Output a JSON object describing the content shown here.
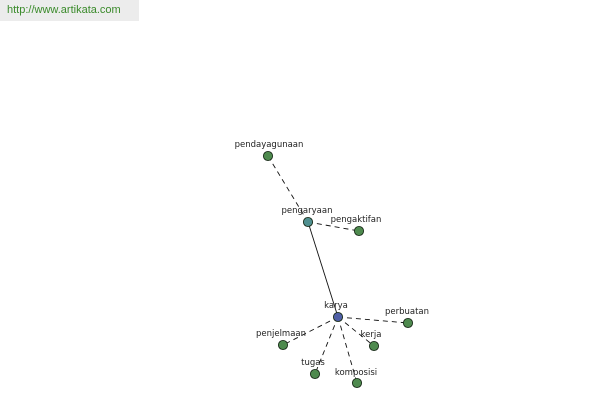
{
  "source": {
    "url_text": "http://www.artikata.com"
  },
  "graph": {
    "colors": {
      "center_node": "#4f5fa6",
      "hub_node": "#4f8f8f",
      "leaf_node": "#4e8a4e",
      "node_stroke": "#1c2e1c",
      "edge": "#111111"
    },
    "nodes": [
      {
        "id": "karya",
        "label": "karya",
        "kind": "center"
      },
      {
        "id": "pengaryaan",
        "label": "pengaryaan",
        "kind": "hub"
      },
      {
        "id": "pendayagunaan",
        "label": "pendayagunaan",
        "kind": "leaf"
      },
      {
        "id": "pengaktifan",
        "label": "pengaktifan",
        "kind": "leaf"
      },
      {
        "id": "perbuatan",
        "label": "perbuatan",
        "kind": "leaf"
      },
      {
        "id": "penjelmaan",
        "label": "penjelmaan",
        "kind": "leaf"
      },
      {
        "id": "kerja",
        "label": "kerja",
        "kind": "leaf"
      },
      {
        "id": "tugas",
        "label": "tugas",
        "kind": "leaf"
      },
      {
        "id": "komposisi",
        "label": "komposisi",
        "kind": "leaf"
      }
    ],
    "edges": [
      {
        "from": "karya",
        "to": "pengaryaan",
        "style": "solid"
      },
      {
        "from": "pengaryaan",
        "to": "pendayagunaan",
        "style": "dashed"
      },
      {
        "from": "pengaryaan",
        "to": "pengaktifan",
        "style": "dashed"
      },
      {
        "from": "karya",
        "to": "perbuatan",
        "style": "dashed"
      },
      {
        "from": "karya",
        "to": "penjelmaan",
        "style": "dashed"
      },
      {
        "from": "karya",
        "to": "kerja",
        "style": "dashed"
      },
      {
        "from": "karya",
        "to": "tugas",
        "style": "dashed"
      },
      {
        "from": "karya",
        "to": "komposisi",
        "style": "dashed"
      }
    ]
  }
}
